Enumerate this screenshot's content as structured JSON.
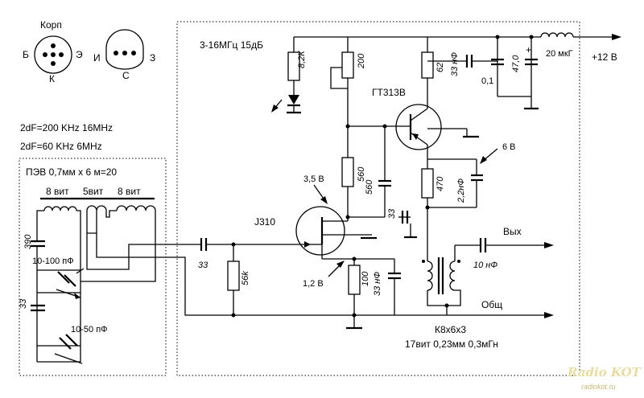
{
  "pinout": {
    "transistor_case": "Корп",
    "base": "Б",
    "emitter": "Э",
    "collector": "К",
    "source": "И",
    "drain": "С",
    "gate": "З"
  },
  "notes": {
    "line1": "2dF=200 KHz  16MHz",
    "line2": "2dF=60 KHz  6MHz"
  },
  "input_tank": {
    "wire_spec": "ПЭВ 0,7мм x 6 м=20",
    "coil_left": "8 вит",
    "coil_mid": "5вит",
    "coil_right": "8 вит",
    "cap_390": "390",
    "trimmer_1": "10-100 пФ",
    "cap_33": "33",
    "trimmer_2": "10-50 пФ"
  },
  "amplifier": {
    "header": "3-16МГц 15дБ",
    "choke": "20 мкГ",
    "supply": "+12 В",
    "r_8k2": "8,2К",
    "r_200": "200",
    "r_62": "62",
    "c_33nf_top": "33 нФ",
    "c_0_1": "0,1",
    "c_47": "47,0",
    "bjt": "ГТ313В",
    "v_bjt": "6 В",
    "r_560_a": "560",
    "c_560": "560",
    "r_470": "470",
    "c_2_2nf": "2,2нФ",
    "v_3_5": "3,5 В",
    "jfet": "J310",
    "c_33_src": "33",
    "c_33_in": "33",
    "r_56k": "56k",
    "v_1_2": "1,2 В",
    "r_100": "100",
    "c_33nf_src": "33 нФ",
    "c_10nf": "10 нФ",
    "out": "Вых",
    "gnd": "Общ",
    "transformer_core": "К8х6х3",
    "transformer_wind": "17вит 0,23мм 0,3мГн"
  },
  "watermark": {
    "logo": "Radio KOT",
    "url": "radiokot.ru"
  }
}
